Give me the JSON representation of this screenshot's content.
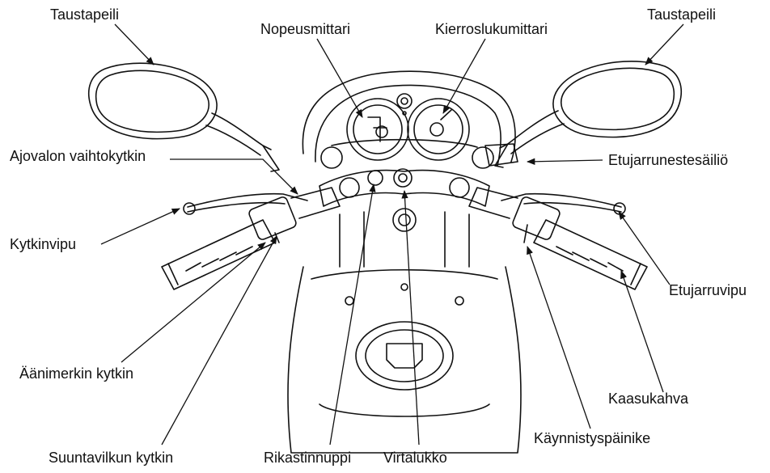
{
  "diagram": {
    "labels": {
      "mirror_left": "Taustapeili",
      "mirror_right": "Taustapeili",
      "speedometer": "Nopeusmittari",
      "tachometer": "Kierroslukumittari",
      "headlight_switch": "Ajovalon vaihtokytkin",
      "brake_fluid_reservoir": "Etujarrunestesäiliö",
      "clutch_lever": "Kytkinvipu",
      "front_brake_lever": "Etujarruvipu",
      "horn_switch": "Äänimerkin kytkin",
      "throttle_grip": "Kaasukahva",
      "turn_signal_switch": "Suuntavilkun kytkin",
      "choke_knob": "Rikastinnuppi",
      "ignition_switch": "Virtalukko",
      "starter_button": "Käynnistyspäinike"
    }
  }
}
